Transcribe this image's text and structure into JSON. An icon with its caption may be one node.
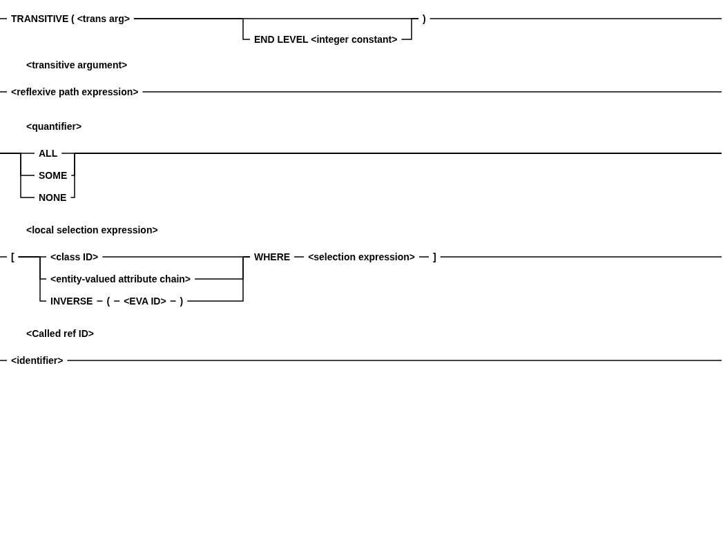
{
  "diagram": {
    "nodes": [
      {
        "text": [
          "TRANSITIVE ( <trans arg>"
        ]
      },
      {
        "text": [
          "END LEVEL <integer constant>"
        ]
      },
      {
        "text": [
          ")"
        ]
      },
      {
        "text": [
          "<reflexive path expression>"
        ]
      },
      {
        "text": [
          "ALL"
        ]
      },
      {
        "text": [
          "SOME"
        ]
      },
      {
        "text": [
          "NONE"
        ]
      },
      {
        "text": [
          "["
        ]
      },
      {
        "text": [
          "<class ID>"
        ]
      },
      {
        "text": [
          "<entity-valued attribute chain>"
        ]
      },
      {
        "text": [
          "INVERSE"
        ]
      },
      {
        "text": [
          "("
        ]
      },
      {
        "text": [
          "<EVA ID>"
        ]
      },
      {
        "text": [
          ")"
        ]
      },
      {
        "text": [
          "WHERE"
        ]
      },
      {
        "text": [
          "<selection expression>"
        ]
      },
      {
        "text": [
          "]"
        ]
      },
      {
        "text": [
          "<identifier>"
        ]
      }
    ],
    "edges": [
      {
        "from": null,
        "to": 0,
        "arrow": "none"
      },
      {
        "from": 0,
        "to": 2,
        "arrow": "none"
      },
      {
        "from": 0,
        "to": 1,
        "arrow": "none"
      },
      {
        "from": 1,
        "to": 2,
        "arrow": "none"
      },
      {
        "from": 2,
        "to": null,
        "arrow": "none"
      },
      {
        "from": null,
        "to": 3,
        "arrow": "none"
      },
      {
        "from": 3,
        "to": null,
        "arrow": "none"
      },
      {
        "from": null,
        "to": 4,
        "arrow": "none"
      },
      {
        "from": null,
        "to": 5,
        "arrow": "none"
      },
      {
        "from": null,
        "to": 6,
        "arrow": "none"
      },
      {
        "from": 4,
        "to": null,
        "arrow": "none"
      },
      {
        "from": 5,
        "to": null,
        "arrow": "none"
      },
      {
        "from": 6,
        "to": null,
        "arrow": "none"
      },
      {
        "from": null,
        "to": 7,
        "arrow": "none"
      },
      {
        "from": 7,
        "to": 8,
        "arrow": "none"
      },
      {
        "from": 7,
        "to": 9,
        "arrow": "none"
      },
      {
        "from": 7,
        "to": 10,
        "arrow": "none"
      },
      {
        "from": 10,
        "to": 11,
        "arrow": "none"
      },
      {
        "from": 11,
        "to": 12,
        "arrow": "none"
      },
      {
        "from": 12,
        "to": 13,
        "arrow": "none"
      },
      {
        "from": 13,
        "to": 14,
        "arrow": "none"
      },
      {
        "from": 8,
        "to": 14,
        "arrow": "none"
      },
      {
        "from": 9,
        "to": 14,
        "arrow": "none"
      },
      {
        "from": 14,
        "to": 15,
        "arrow": "none"
      },
      {
        "from": 15,
        "to": 16,
        "arrow": "none"
      },
      {
        "from": 16,
        "to": null,
        "arrow": "none"
      },
      {
        "from": null,
        "to": 17,
        "arrow": "none"
      },
      {
        "from": 17,
        "to": null,
        "arrow": "none"
      }
    ],
    "labels": [
      "<transitive argument>",
      "<quantifier>",
      "<local selection expression>",
      "<Called ref ID>"
    ]
  }
}
